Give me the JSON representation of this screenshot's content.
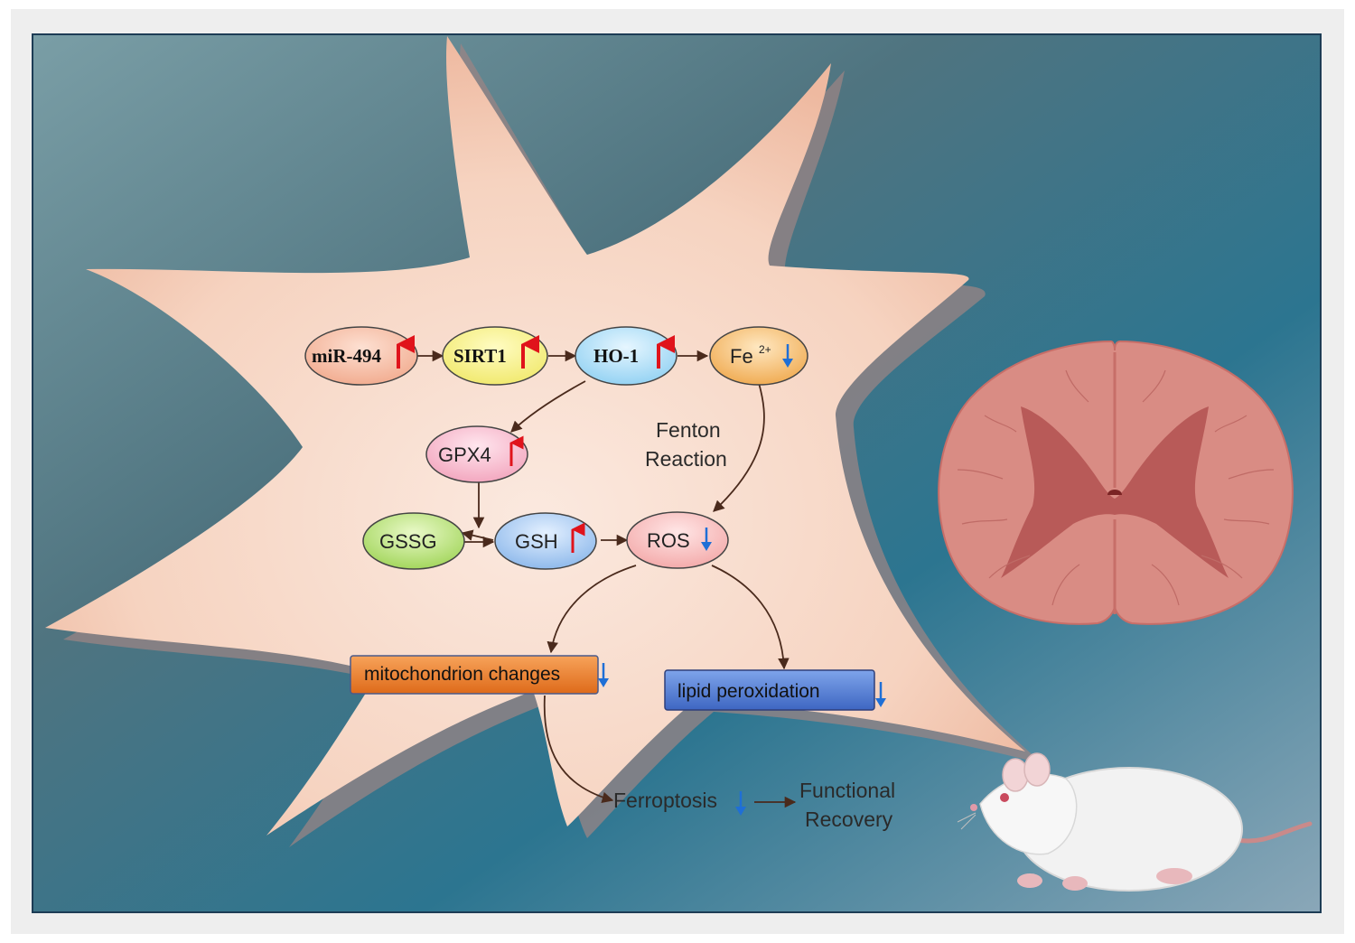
{
  "nodes": {
    "mir494": "miR-494",
    "sirt1": "SIRT1",
    "ho1": "HO-1",
    "fe": "Fe",
    "fe_charge": "2+",
    "gpx4": "GPX4",
    "gssg": "GSSG",
    "gsh": "GSH",
    "ros": "ROS"
  },
  "labels": {
    "fenton_line1": "Fenton",
    "fenton_line2": "Reaction",
    "mitochondrion": "mitochondrion changes",
    "lipid": "lipid peroxidation",
    "ferroptosis": "Ferroptosis",
    "functional_line1": "Functional",
    "functional_line2": "Recovery"
  },
  "colors": {
    "up_arrow": "#e0131b",
    "down_arrow": "#1f6fd6",
    "cell": "#f3c7b0",
    "panel_bg": "#2d7a92",
    "spinal_outer": "#d88a82",
    "spinal_inner": "#b85a58"
  },
  "icons": {
    "up": "red-up-arrow-icon",
    "down": "blue-down-arrow-icon"
  }
}
